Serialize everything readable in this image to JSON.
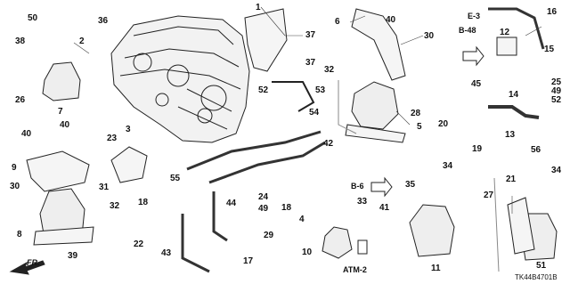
{
  "labels": [
    {
      "id": "50",
      "text": "50"
    },
    {
      "id": "36",
      "text": "36"
    },
    {
      "id": "38",
      "text": "38"
    },
    {
      "id": "2",
      "text": "2"
    },
    {
      "id": "26",
      "text": "26"
    },
    {
      "id": "7",
      "text": "7"
    },
    {
      "id": "1",
      "text": "1"
    },
    {
      "id": "37a",
      "text": "37"
    },
    {
      "id": "37b",
      "text": "37"
    },
    {
      "id": "6",
      "text": "6"
    },
    {
      "id": "40a",
      "text": "40"
    },
    {
      "id": "30a",
      "text": "30"
    },
    {
      "id": "32a",
      "text": "32"
    },
    {
      "id": "52a",
      "text": "52"
    },
    {
      "id": "53",
      "text": "53"
    },
    {
      "id": "54",
      "text": "54"
    },
    {
      "id": "5",
      "text": "5"
    },
    {
      "id": "16",
      "text": "16"
    },
    {
      "id": "12",
      "text": "12"
    },
    {
      "id": "15",
      "text": "15"
    },
    {
      "id": "14",
      "text": "14"
    },
    {
      "id": "25",
      "text": "25"
    },
    {
      "id": "49a",
      "text": "49"
    },
    {
      "id": "52b",
      "text": "52"
    },
    {
      "id": "45",
      "text": "45"
    },
    {
      "id": "28",
      "text": "28"
    },
    {
      "id": "20",
      "text": "20"
    },
    {
      "id": "40b",
      "text": "40"
    },
    {
      "id": "40c",
      "text": "40"
    },
    {
      "id": "3",
      "text": "3"
    },
    {
      "id": "23",
      "text": "23"
    },
    {
      "id": "9",
      "text": "9"
    },
    {
      "id": "30b",
      "text": "30"
    },
    {
      "id": "31",
      "text": "31"
    },
    {
      "id": "32b",
      "text": "32"
    },
    {
      "id": "8",
      "text": "8"
    },
    {
      "id": "18a",
      "text": "18"
    },
    {
      "id": "22",
      "text": "22"
    },
    {
      "id": "43",
      "text": "43"
    },
    {
      "id": "39",
      "text": "39"
    },
    {
      "id": "17",
      "text": "17"
    },
    {
      "id": "55",
      "text": "55"
    },
    {
      "id": "42",
      "text": "42"
    },
    {
      "id": "44",
      "text": "44"
    },
    {
      "id": "24",
      "text": "24"
    },
    {
      "id": "49b",
      "text": "49"
    },
    {
      "id": "18b",
      "text": "18"
    },
    {
      "id": "4",
      "text": "4"
    },
    {
      "id": "33",
      "text": "33"
    },
    {
      "id": "29",
      "text": "29"
    },
    {
      "id": "10",
      "text": "10"
    },
    {
      "id": "19",
      "text": "19"
    },
    {
      "id": "13",
      "text": "13"
    },
    {
      "id": "56",
      "text": "56"
    },
    {
      "id": "34a",
      "text": "34"
    },
    {
      "id": "35",
      "text": "35"
    },
    {
      "id": "41",
      "text": "41"
    },
    {
      "id": "27",
      "text": "27"
    },
    {
      "id": "21",
      "text": "21"
    },
    {
      "id": "11",
      "text": "11"
    },
    {
      "id": "34b",
      "text": "34"
    },
    {
      "id": "51",
      "text": "51"
    }
  ],
  "refs": {
    "e3": "E-3",
    "b48": "B-48",
    "b6": "B-6",
    "atm2": "ATM-2"
  },
  "direction": "FR.",
  "diagram_code": "TK44B4701B"
}
